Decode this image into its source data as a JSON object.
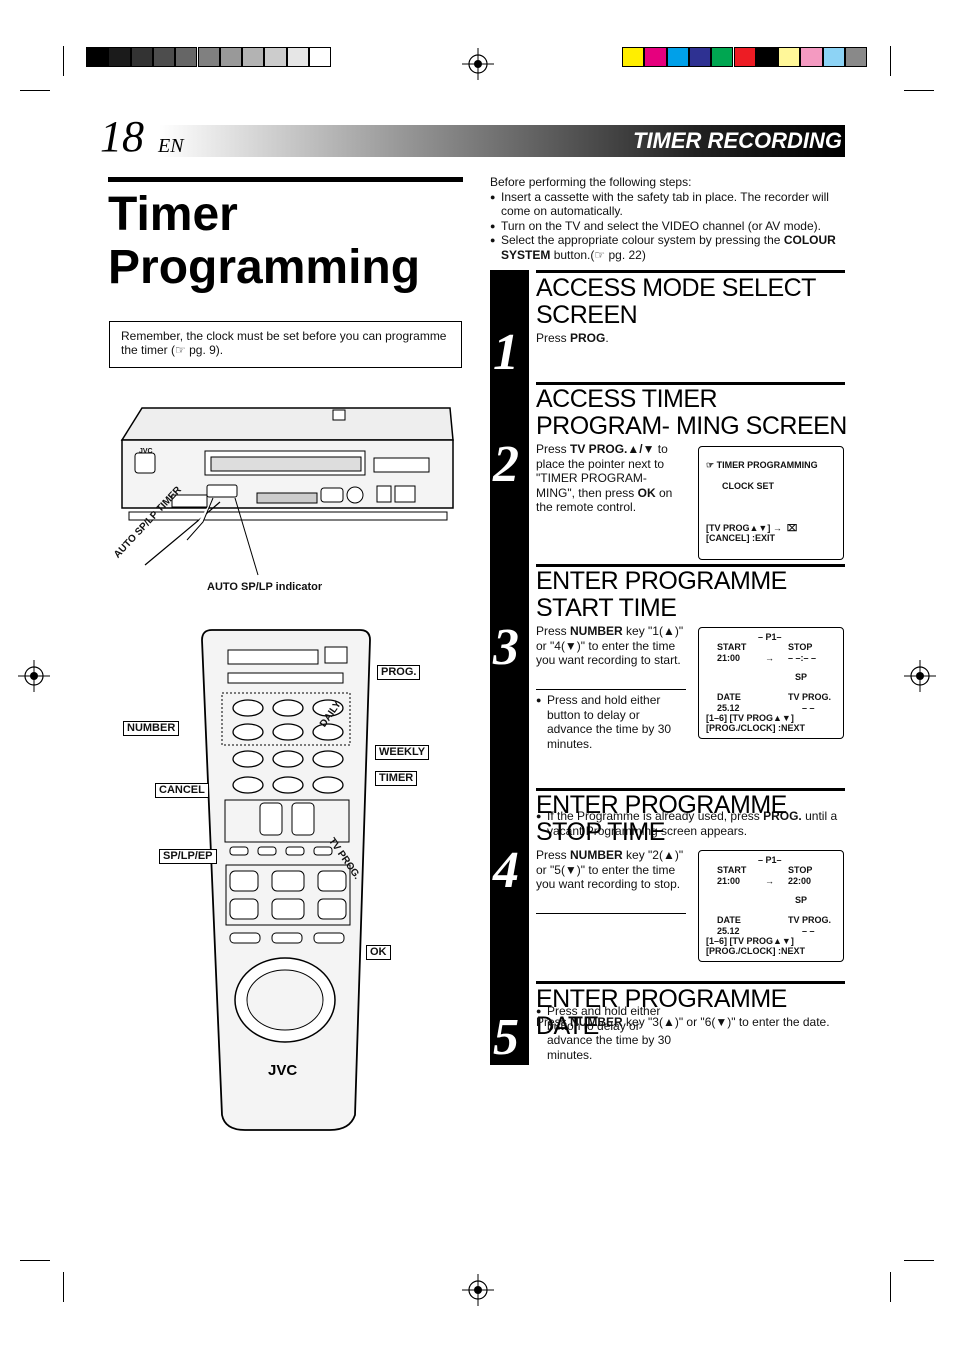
{
  "colors": {
    "gray_bars": [
      "#000000",
      "#1b1b1b",
      "#333333",
      "#4d4d4d",
      "#666666",
      "#808080",
      "#999999",
      "#b3b3b3",
      "#cccccc",
      "#e6e6e6",
      "#ffffff"
    ],
    "color_bars": [
      "#ffee00",
      "#e6007e",
      "#00a0e9",
      "#2e3192",
      "#00a651",
      "#ed1c24",
      "#000000",
      "#fff799",
      "#f49ac1",
      "#8dd3f5",
      "#898989"
    ]
  },
  "header": {
    "page_number": "18",
    "lang": "EN",
    "section": "TIMER RECORDING"
  },
  "title": "Timer Programming",
  "note": "Remember, the clock must be set before you can programme the timer (☞ pg. 9).",
  "vcr": {
    "brand": "JVC",
    "button_label": "AUTO SP/LP TIMER",
    "indicator_label": "AUTO SP/LP indicator"
  },
  "remote": {
    "brand": "JVC",
    "labels": {
      "prog": "PROG.",
      "number": "NUMBER",
      "daily": "DAILY",
      "weekly": "WEEKLY",
      "timer": "TIMER",
      "cancel": "CANCEL",
      "sp_lp_ep": "SP/LP/EP",
      "tv_prog": "TV PROG.",
      "ok": "OK"
    }
  },
  "intro": {
    "lead": "Before performing the following steps:",
    "items": [
      "Insert a cassette with the safety tab in place. The recorder will come on automatically.",
      "Turn on the TV and select the VIDEO channel (or AV mode)."
    ],
    "item3_pre": "Select the appropriate colour system by pressing the",
    "item3_bold": "COLOUR SYSTEM",
    "item3_post": "button.(☞ pg. 22)"
  },
  "steps": [
    {
      "num": "1",
      "heading": "ACCESS MODE SELECT SCREEN",
      "text_pre": "Press ",
      "text_bold": "PROG",
      "text_post": "."
    },
    {
      "num": "2",
      "heading": "ACCESS TIMER PROGRAM- MING SCREEN",
      "t1": "Press ",
      "b1": "TV PROG.▲/▼",
      "t2": " to place the pointer next to \"TIMER PROGRAM- MING\", then press ",
      "b2": "OK",
      "t3": " on the remote control.",
      "screen": {
        "l1": "☞ TIMER PROGRAMMING",
        "l2": "CLOCK SET",
        "l3": "[TV PROG▲▼] →  ⌧",
        "l4": "[CANCEL] :EXIT"
      }
    },
    {
      "num": "3",
      "heading": "ENTER PROGRAMME START TIME",
      "t1": "Press ",
      "b1": "NUMBER",
      "t2": " key \"1(▲)\" or \"4(▼)\" to enter the time you want recording to start.",
      "bullet1": "Press and hold either button to delay or advance the time by 30 minutes.",
      "bullet2_pre": "If the Programme is already used, press ",
      "bullet2_bold": "PROG.",
      "bullet2_post": " until a vacant Programming screen appears.",
      "screen": {
        "p": "– P1–",
        "start": "START",
        "stop": "STOP",
        "start_v": "21:00",
        "arrow": "→",
        "stop_v": "– –:– –",
        "sp": "SP",
        "date": "DATE",
        "tvprog": "TV PROG.",
        "date_v": "25.12",
        "tvprog_v": "– –",
        "nav1": "[1–6] [TV PROG▲▼]",
        "nav2": "[PROG./CLOCK] :NEXT"
      }
    },
    {
      "num": "4",
      "heading": "ENTER PROGRAMME STOP TIME",
      "t1": "Press ",
      "b1": "NUMBER",
      "t2": " key \"2(▲)\" or \"5(▼)\" to enter the time you want recording to stop.",
      "bullet1": "Press and hold either button to delay or advance the time by 30 minutes.",
      "screen": {
        "p": "– P1–",
        "start": "START",
        "stop": "STOP",
        "start_v": "21:00",
        "arrow": "→",
        "stop_v": "22:00",
        "sp": "SP",
        "date": "DATE",
        "tvprog": "TV PROG.",
        "date_v": "25.12",
        "tvprog_v": "– –",
        "nav1": "[1–6] [TV PROG▲▼]",
        "nav2": "[PROG./CLOCK] :NEXT"
      }
    },
    {
      "num": "5",
      "heading": "ENTER PROGRAMME DATE",
      "t1": "Press ",
      "b1": "NUMBER",
      "t2": " key \"3(▲)\" or \"6(▼)\" to enter the date."
    }
  ]
}
